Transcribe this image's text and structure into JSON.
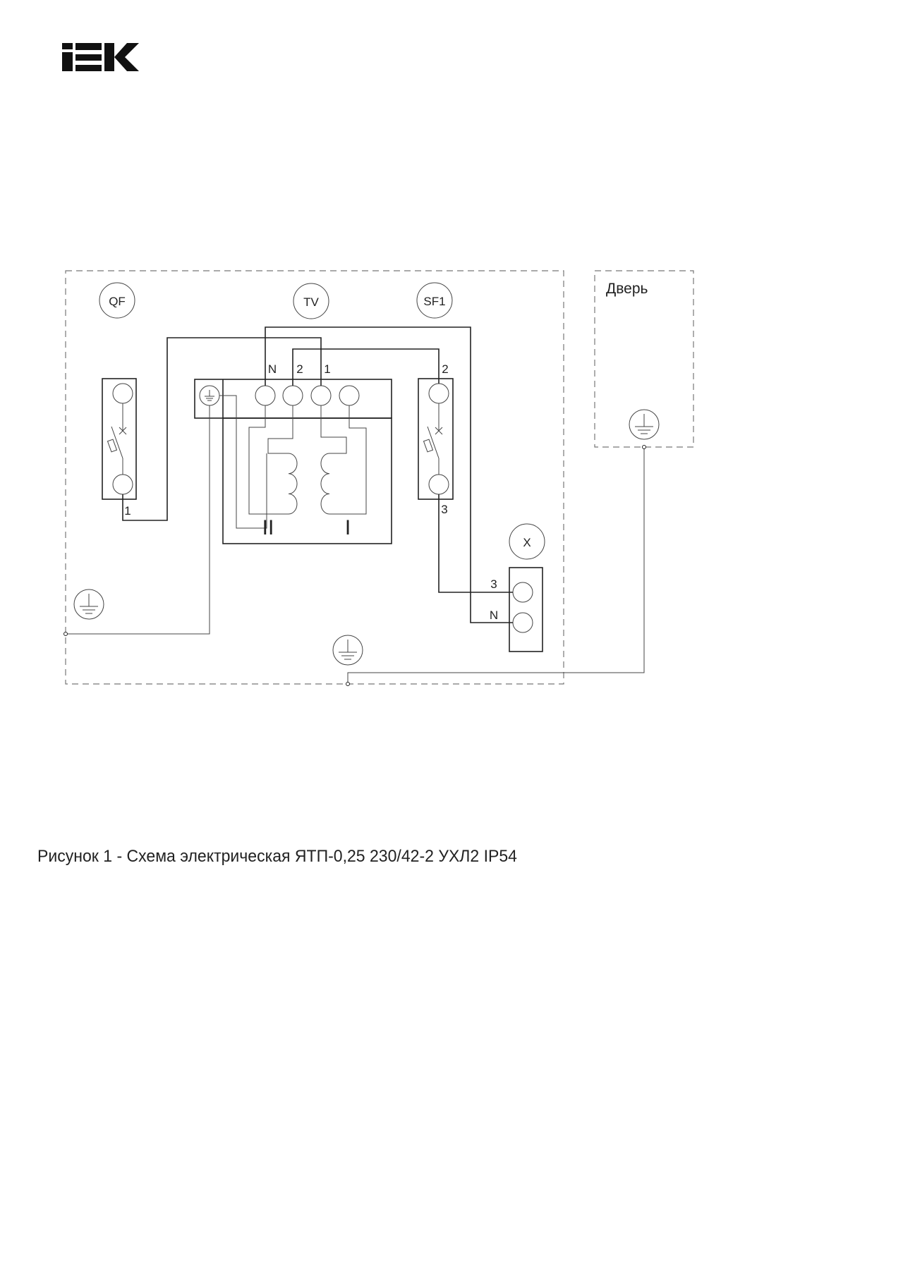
{
  "logo": {
    "text": "IEK"
  },
  "diagram": {
    "components": {
      "qf": "QF",
      "tv": "TV",
      "sf1": "SF1",
      "x": "X"
    },
    "door_label": "Дверь",
    "tv_terminals": {
      "n": "N",
      "t2": "2",
      "t1": "1"
    },
    "qf_wire": "1",
    "sf1_top": "2",
    "sf1_bottom": "3",
    "x_terminals": {
      "t3": "3",
      "n": "N"
    },
    "windings": {
      "secondary": "II",
      "primary": "I"
    }
  },
  "caption": "Рисунок 1 - Схема электрическая ЯТП-0,25 230/42-2 УХЛ2 IP54"
}
